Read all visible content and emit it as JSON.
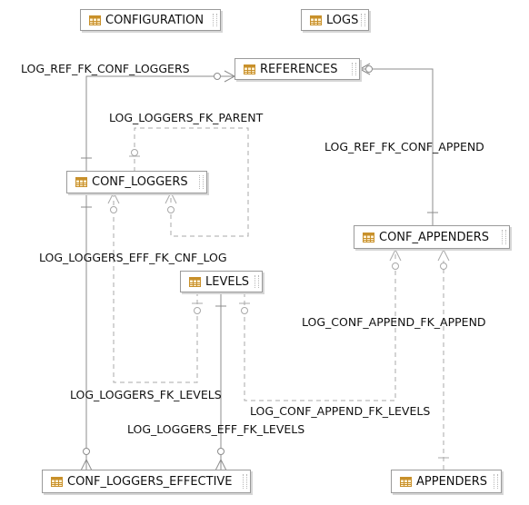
{
  "entities": {
    "configuration": "CONFIGURATION",
    "logs": "LOGS",
    "references": "REFERENCES",
    "conf_loggers": "CONF_LOGGERS",
    "conf_appenders": "CONF_APPENDERS",
    "levels": "LEVELS",
    "conf_loggers_effective": "CONF_LOGGERS_EFFECTIVE",
    "appenders": "APPENDERS"
  },
  "relationships": {
    "log_ref_fk_conf_loggers": "LOG_REF_FK_CONF_LOGGERS",
    "log_loggers_fk_parent": "LOG_LOGGERS_FK_PARENT",
    "log_ref_fk_conf_append": "LOG_REF_FK_CONF_APPEND",
    "log_loggers_eff_fk_cnf_log": "LOG_LOGGERS_EFF_FK_CNF_LOG",
    "log_conf_append_fk_append": "LOG_CONF_APPEND_FK_APPEND",
    "log_loggers_fk_levels": "LOG_LOGGERS_FK_LEVELS",
    "log_conf_append_fk_levels": "LOG_CONF_APPEND_FK_LEVELS",
    "log_loggers_eff_fk_levels": "LOG_LOGGERS_EFF_FK_LEVELS"
  },
  "colors": {
    "line": "#8c8c8c",
    "dashed_line": "#a8a8a8",
    "table_icon": "#c8902a",
    "entity_border": "#9a9a9a"
  },
  "icons": {
    "entity": "table-icon"
  }
}
